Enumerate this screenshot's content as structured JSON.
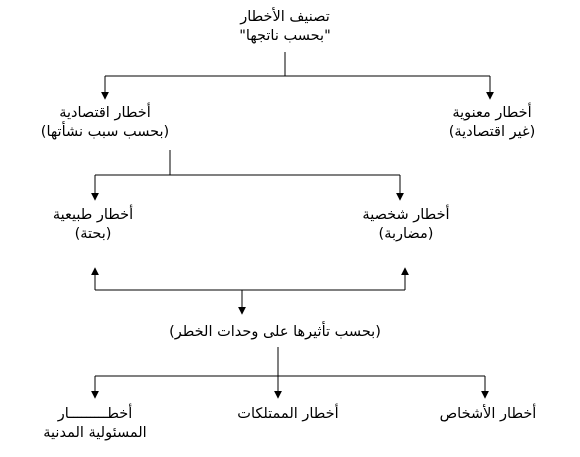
{
  "diagram": {
    "root": {
      "line1": "تصنيف الأخطار",
      "line2": "\"بحسب ناتجها\""
    },
    "economic": {
      "line1": "أخطار اقتصادية",
      "line2": "(بحسب سبب نشأتها)"
    },
    "moral": {
      "line1": "أخطار معنوية",
      "line2": "(غير اقتصادية)"
    },
    "natural": {
      "line1": "أخطار طبيعية",
      "line2": "(بحتة)"
    },
    "personal": {
      "line1": "أخطار شخصية",
      "line2": "(مضاربة)"
    },
    "impact": {
      "line1": "(بحسب تأثيرها على وحدات الخطر)"
    },
    "liability": {
      "line1": "أخطـــــــــار",
      "line2": "المسئولية المدنية"
    },
    "property": {
      "line1": "أخطار الممتلكات"
    },
    "persons": {
      "line1": "أخطار الأشخاص"
    }
  },
  "style": {
    "stroke": "#000000",
    "text": "#000000",
    "background": "#ffffff"
  }
}
